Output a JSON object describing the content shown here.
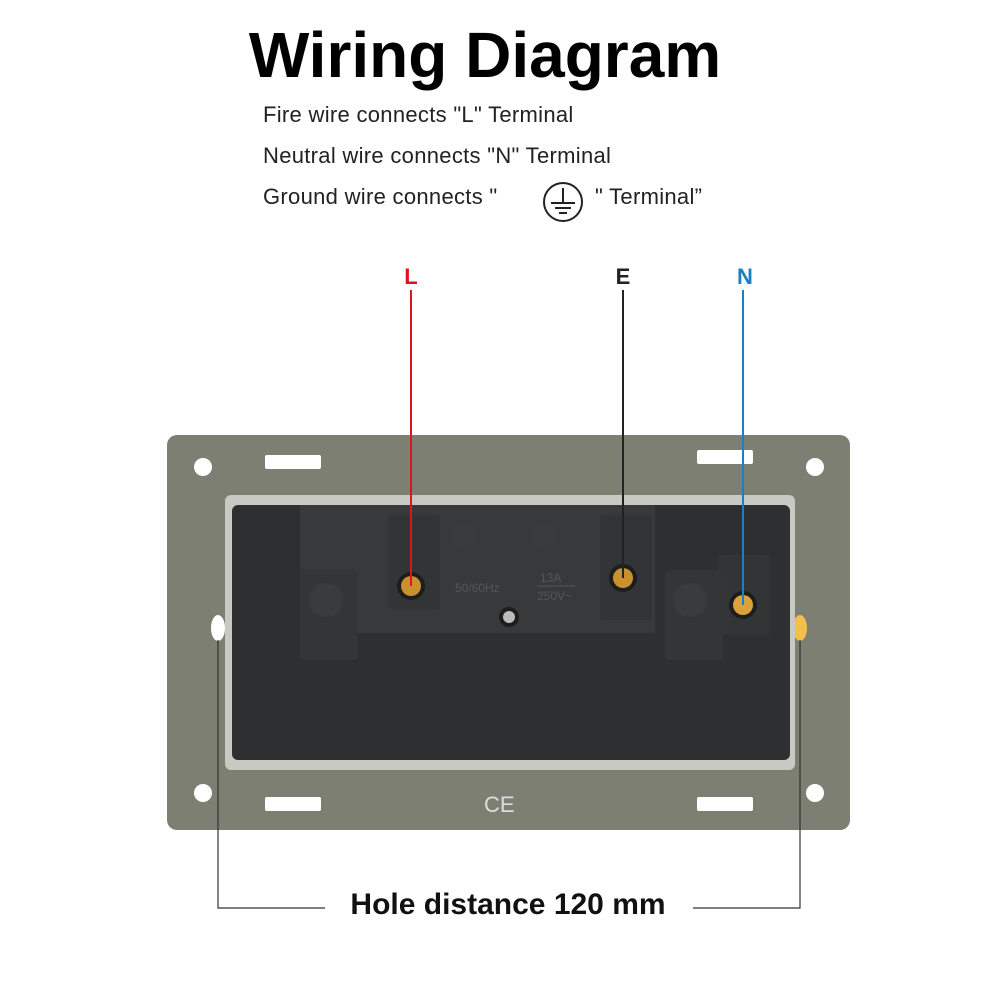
{
  "title": "Wiring Diagram",
  "instructions": [
    "Fire wire connects \"L\" Terminal",
    "Neutral wire connects \"N\" Terminal",
    "Ground wire connects \"",
    "\" Terminal”"
  ],
  "terminals": {
    "live": "L",
    "earth": "E",
    "neutral": "N"
  },
  "socket_markings": {
    "frequency": "50/60Hz",
    "current": "13A",
    "voltage": "250V~",
    "cert": "CE"
  },
  "dimension_label": "Hole distance 120 mm",
  "colors": {
    "live": "#e0141e",
    "earth": "#222222",
    "neutral": "#1c7fc4",
    "plate": "#7e7f73",
    "body": "#2e2f30"
  }
}
